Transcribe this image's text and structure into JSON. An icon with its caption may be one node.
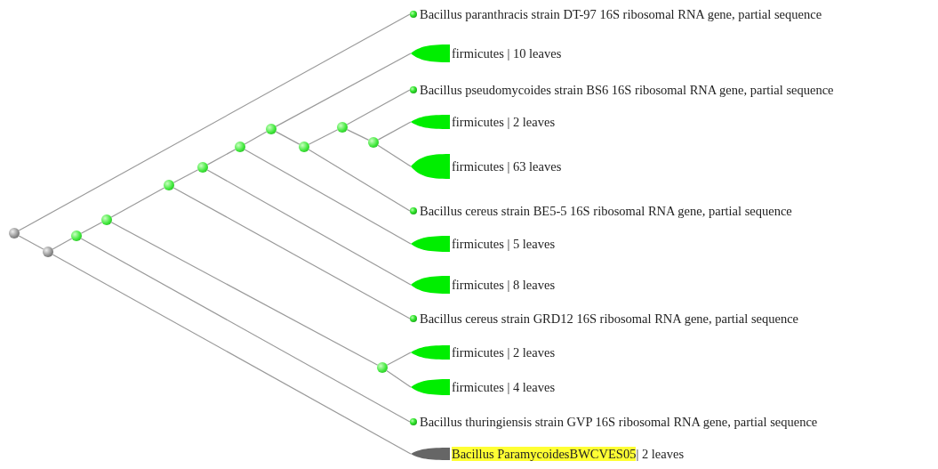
{
  "diagram": {
    "nodes": [
      {
        "text": [
          "Bacillus paranthracis strain DT-97 16S ribosomal RNA gene, partial sequence"
        ]
      },
      {
        "text": [
          "firmicutes | 10 leaves"
        ]
      },
      {
        "text": [
          "Bacillus pseudomycoides strain BS6 16S ribosomal RNA gene, partial sequence"
        ]
      },
      {
        "text": [
          "firmicutes | 2 leaves"
        ]
      },
      {
        "text": [
          "firmicutes | 63 leaves"
        ]
      },
      {
        "text": [
          "Bacillus cereus strain BE5-5 16S ribosomal RNA gene, partial sequence"
        ]
      },
      {
        "text": [
          "firmicutes | 5 leaves"
        ]
      },
      {
        "text": [
          "firmicutes | 8 leaves"
        ]
      },
      {
        "text": [
          "Bacillus cereus strain GRD12 16S ribosomal RNA gene, partial sequence"
        ]
      },
      {
        "text": [
          "firmicutes | 2 leaves"
        ]
      },
      {
        "text": [
          "firmicutes | 4 leaves"
        ]
      },
      {
        "text": [
          "Bacillus thuringiensis strain GVP 16S ribosomal RNA gene, partial sequence"
        ]
      },
      {
        "text": [
          "Bacillus ParamycoidesBWCVES05",
          "| 2 leaves"
        ]
      },
      {
        "text": [],
        "shape": "circle"
      },
      {
        "text": [],
        "shape": "circle"
      },
      {
        "text": [],
        "shape": "circle"
      },
      {
        "text": [],
        "shape": "circle"
      },
      {
        "text": [],
        "shape": "circle"
      },
      {
        "text": [],
        "shape": "circle"
      },
      {
        "text": [],
        "shape": "circle"
      },
      {
        "text": [],
        "shape": "circle"
      },
      {
        "text": [],
        "shape": "circle"
      },
      {
        "text": [],
        "shape": "circle"
      },
      {
        "text": [],
        "shape": "circle"
      },
      {
        "text": [],
        "shape": "circle"
      }
    ],
    "edges": [
      {
        "from": 13,
        "to": 0,
        "arrow": "none"
      },
      {
        "from": 13,
        "to": 14,
        "arrow": "none"
      },
      {
        "from": 14,
        "to": 15,
        "arrow": "none"
      },
      {
        "from": 14,
        "to": 12,
        "arrow": "none"
      },
      {
        "from": 15,
        "to": 16,
        "arrow": "none"
      },
      {
        "from": 15,
        "to": 11,
        "arrow": "none"
      },
      {
        "from": 16,
        "to": 17,
        "arrow": "none"
      },
      {
        "from": 16,
        "to": 24,
        "arrow": "none"
      },
      {
        "from": 17,
        "to": 18,
        "arrow": "none"
      },
      {
        "from": 17,
        "to": 8,
        "arrow": "none"
      },
      {
        "from": 18,
        "to": 19,
        "arrow": "none"
      },
      {
        "from": 18,
        "to": 7,
        "arrow": "none"
      },
      {
        "from": 19,
        "to": 20,
        "arrow": "none"
      },
      {
        "from": 19,
        "to": 6,
        "arrow": "none"
      },
      {
        "from": 20,
        "to": 1,
        "arrow": "none"
      },
      {
        "from": 20,
        "to": 21,
        "arrow": "none"
      },
      {
        "from": 21,
        "to": 22,
        "arrow": "none"
      },
      {
        "from": 21,
        "to": 5,
        "arrow": "none"
      },
      {
        "from": 22,
        "to": 2,
        "arrow": "none"
      },
      {
        "from": 22,
        "to": 23,
        "arrow": "none"
      },
      {
        "from": 23,
        "to": 3,
        "arrow": "none"
      },
      {
        "from": 23,
        "to": 4,
        "arrow": "none"
      },
      {
        "from": 24,
        "to": 9,
        "arrow": "none"
      },
      {
        "from": 24,
        "to": 10,
        "arrow": "none"
      }
    ]
  }
}
